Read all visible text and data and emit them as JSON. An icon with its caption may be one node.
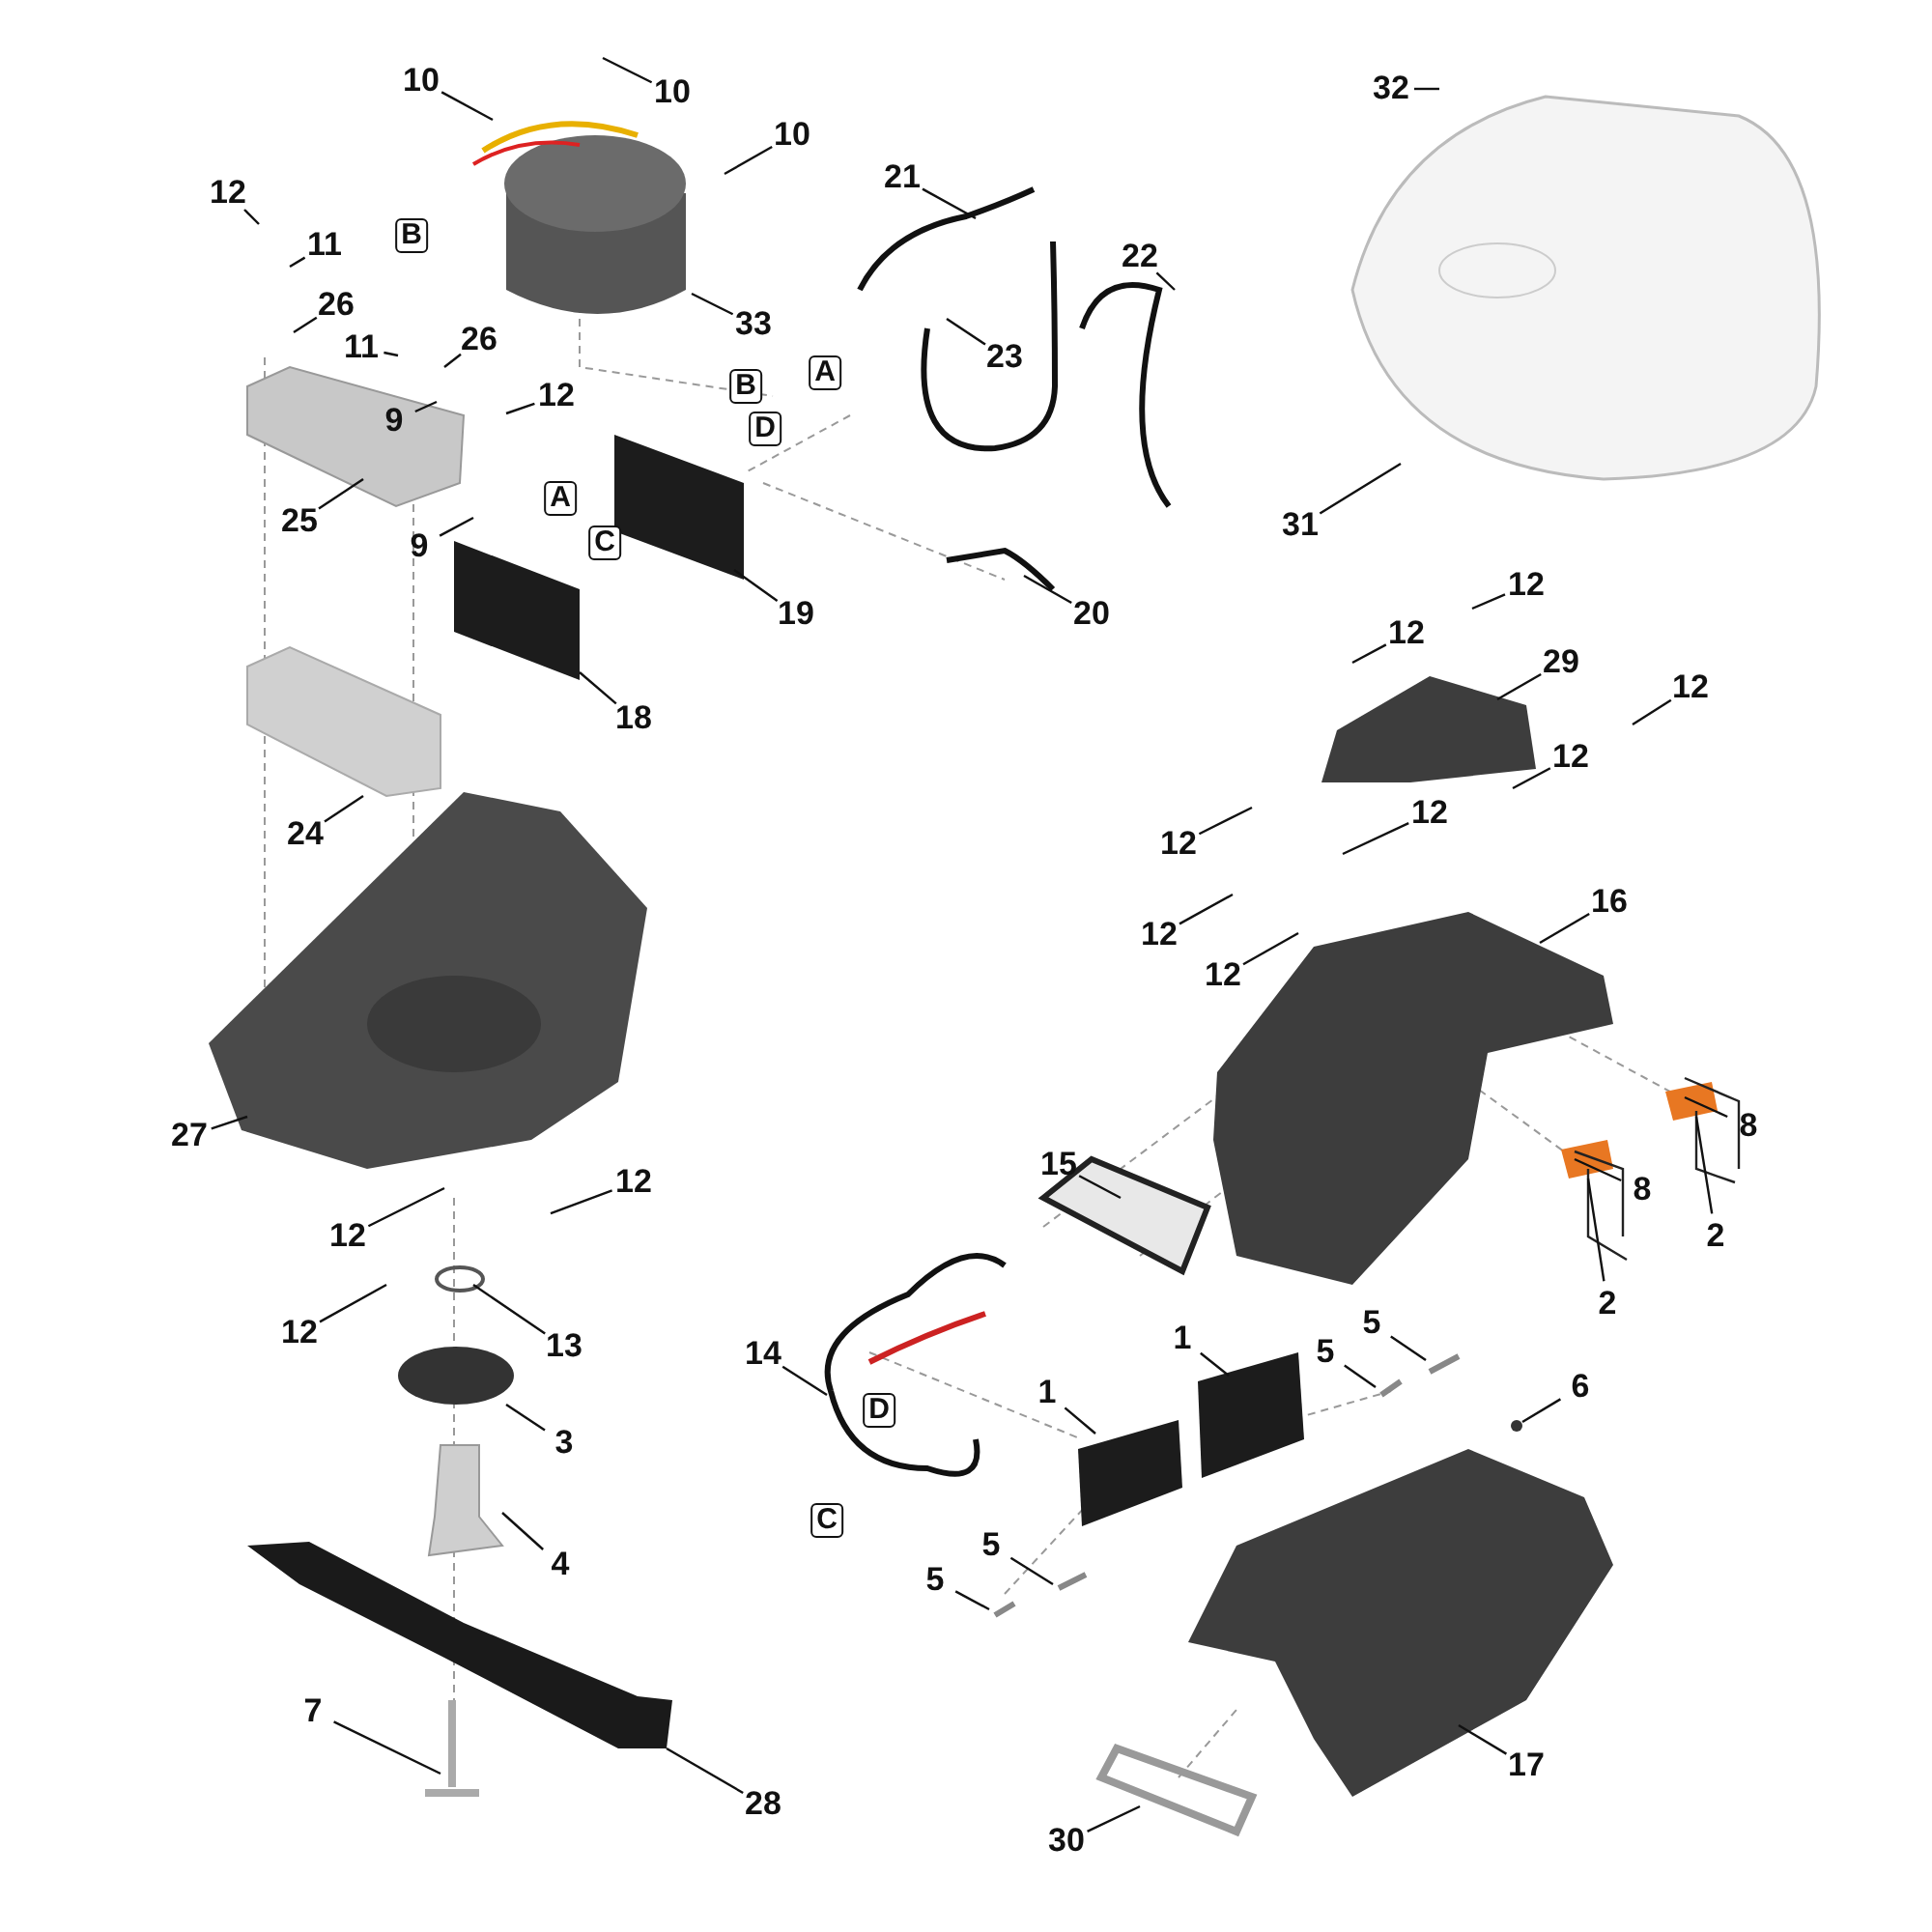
{
  "diagram": {
    "nodes": [
      {
        "text": [
          "10"
        ]
      },
      {
        "text": [
          "32"
        ]
      },
      {
        "text": [
          "10"
        ]
      },
      {
        "text": [
          "10"
        ]
      },
      {
        "text": [
          "21"
        ]
      },
      {
        "text": [
          "12"
        ]
      },
      {
        "text": [
          "B"
        ]
      },
      {
        "text": [
          "11"
        ]
      },
      {
        "text": [
          "22"
        ]
      },
      {
        "text": [
          "26"
        ]
      },
      {
        "text": [
          "33"
        ]
      },
      {
        "text": [
          "11"
        ]
      },
      {
        "text": [
          "26"
        ]
      },
      {
        "text": [
          "23"
        ]
      },
      {
        "text": [
          "A"
        ]
      },
      {
        "text": [
          "B"
        ]
      },
      {
        "text": [
          "12"
        ]
      },
      {
        "text": [
          "9"
        ]
      },
      {
        "text": [
          "D"
        ]
      },
      {
        "text": [
          "A"
        ]
      },
      {
        "text": [
          "25"
        ]
      },
      {
        "text": [
          "31"
        ]
      },
      {
        "text": [
          "C"
        ]
      },
      {
        "text": [
          "9"
        ]
      },
      {
        "text": [
          "12"
        ]
      },
      {
        "text": [
          "19"
        ]
      },
      {
        "text": [
          "20"
        ]
      },
      {
        "text": [
          "12"
        ]
      },
      {
        "text": [
          "29"
        ]
      },
      {
        "text": [
          "12"
        ]
      },
      {
        "text": [
          "18"
        ]
      },
      {
        "text": [
          "12"
        ]
      },
      {
        "text": [
          "12"
        ]
      },
      {
        "text": [
          "24"
        ]
      },
      {
        "text": [
          "12"
        ]
      },
      {
        "text": [
          "16"
        ]
      },
      {
        "text": [
          "12"
        ]
      },
      {
        "text": [
          "12"
        ]
      },
      {
        "text": [
          "8"
        ]
      },
      {
        "text": [
          "27"
        ]
      },
      {
        "text": [
          "15"
        ]
      },
      {
        "text": [
          "12"
        ]
      },
      {
        "text": [
          "8"
        ]
      },
      {
        "text": [
          "2"
        ]
      },
      {
        "text": [
          "12"
        ]
      },
      {
        "text": [
          "2"
        ]
      },
      {
        "text": [
          "12"
        ]
      },
      {
        "text": [
          "5"
        ]
      },
      {
        "text": [
          "1"
        ]
      },
      {
        "text": [
          "13"
        ]
      },
      {
        "text": [
          "14"
        ]
      },
      {
        "text": [
          "5"
        ]
      },
      {
        "text": [
          "6"
        ]
      },
      {
        "text": [
          "1"
        ]
      },
      {
        "text": [
          "D"
        ]
      },
      {
        "text": [
          "3"
        ]
      },
      {
        "text": [
          "C"
        ]
      },
      {
        "text": [
          "5"
        ]
      },
      {
        "text": [
          "4"
        ]
      },
      {
        "text": [
          "5"
        ]
      },
      {
        "text": [
          "7"
        ]
      },
      {
        "text": [
          "17"
        ]
      },
      {
        "text": [
          "30"
        ]
      },
      {
        "text": [
          "28"
        ]
      }
    ],
    "edges": [
      {
        "from": 0,
        "to": null,
        "arrow": "none"
      },
      {
        "from": 1,
        "to": null,
        "arrow": "none"
      },
      {
        "from": 2,
        "to": null,
        "arrow": "none"
      },
      {
        "from": 3,
        "to": null,
        "arrow": "none"
      },
      {
        "from": 4,
        "to": null,
        "arrow": "none"
      },
      {
        "from": 5,
        "to": null,
        "arrow": "none"
      },
      {
        "from": 7,
        "to": null,
        "arrow": "none"
      },
      {
        "from": 8,
        "to": null,
        "arrow": "none"
      },
      {
        "from": 9,
        "to": null,
        "arrow": "none"
      },
      {
        "from": 10,
        "to": null,
        "arrow": "none"
      },
      {
        "from": 11,
        "to": null,
        "arrow": "none"
      },
      {
        "from": 12,
        "to": null,
        "arrow": "none"
      },
      {
        "from": 13,
        "to": null,
        "arrow": "none"
      },
      {
        "from": 16,
        "to": null,
        "arrow": "none"
      },
      {
        "from": 17,
        "to": null,
        "arrow": "none"
      },
      {
        "from": 20,
        "to": null,
        "arrow": "none"
      },
      {
        "from": 21,
        "to": null,
        "arrow": "none"
      },
      {
        "from": 23,
        "to": null,
        "arrow": "none"
      },
      {
        "from": 24,
        "to": null,
        "arrow": "none"
      },
      {
        "from": 25,
        "to": null,
        "arrow": "none"
      },
      {
        "from": 26,
        "to": null,
        "arrow": "none"
      },
      {
        "from": 27,
        "to": null,
        "arrow": "none"
      },
      {
        "from": 28,
        "to": null,
        "arrow": "none"
      },
      {
        "from": 29,
        "to": null,
        "arrow": "none"
      },
      {
        "from": 30,
        "to": null,
        "arrow": "none"
      },
      {
        "from": 31,
        "to": null,
        "arrow": "none"
      },
      {
        "from": 32,
        "to": null,
        "arrow": "none"
      },
      {
        "from": 33,
        "to": null,
        "arrow": "none"
      },
      {
        "from": 34,
        "to": null,
        "arrow": "none"
      },
      {
        "from": 35,
        "to": null,
        "arrow": "none"
      },
      {
        "from": 36,
        "to": null,
        "arrow": "none"
      },
      {
        "from": 37,
        "to": null,
        "arrow": "none"
      },
      {
        "from": 38,
        "to": null,
        "arrow": "none"
      },
      {
        "from": 39,
        "to": null,
        "arrow": "none"
      },
      {
        "from": 40,
        "to": null,
        "arrow": "none"
      },
      {
        "from": 41,
        "to": null,
        "arrow": "none"
      },
      {
        "from": 42,
        "to": null,
        "arrow": "none"
      },
      {
        "from": 43,
        "to": null,
        "arrow": "none"
      },
      {
        "from": 44,
        "to": null,
        "arrow": "none"
      },
      {
        "from": 45,
        "to": null,
        "arrow": "none"
      },
      {
        "from": 46,
        "to": null,
        "arrow": "none"
      },
      {
        "from": 47,
        "to": null,
        "arrow": "none"
      },
      {
        "from": 48,
        "to": null,
        "arrow": "none"
      },
      {
        "from": 49,
        "to": null,
        "arrow": "none"
      },
      {
        "from": 50,
        "to": null,
        "arrow": "none"
      },
      {
        "from": 51,
        "to": null,
        "arrow": "none"
      },
      {
        "from": 52,
        "to": null,
        "arrow": "none"
      },
      {
        "from": 53,
        "to": null,
        "arrow": "none"
      },
      {
        "from": 55,
        "to": null,
        "arrow": "none"
      },
      {
        "from": 57,
        "to": null,
        "arrow": "none"
      },
      {
        "from": 58,
        "to": null,
        "arrow": "none"
      },
      {
        "from": 59,
        "to": null,
        "arrow": "none"
      },
      {
        "from": 60,
        "to": null,
        "arrow": "none"
      },
      {
        "from": 61,
        "to": null,
        "arrow": "none"
      },
      {
        "from": 62,
        "to": null,
        "arrow": "none"
      },
      {
        "from": 63,
        "to": null,
        "arrow": "none"
      }
    ]
  }
}
